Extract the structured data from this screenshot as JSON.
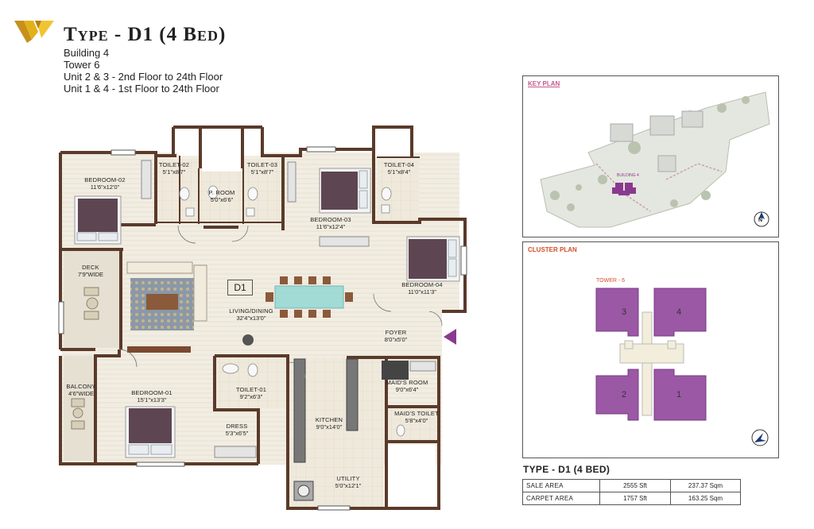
{
  "header": {
    "title": "Type - D1 (4 Bed)",
    "lines": [
      "Building 4",
      "Tower 6",
      "Unit 2 & 3 - 2nd Floor to 24th Floor",
      "Unit 1 & 4 - 1st Floor to 24th Floor"
    ]
  },
  "floor_plan": {
    "unit_tag": "D1",
    "rooms": [
      {
        "id": "bedroom-02",
        "name": "BEDROOM-02",
        "size": "11'6\"x12'0\""
      },
      {
        "id": "toilet-02",
        "name": "TOILET-02",
        "size": "5'1\"x8'7\""
      },
      {
        "id": "p-room",
        "name": "P. ROOM",
        "size": "5'0\"x6'6\""
      },
      {
        "id": "toilet-03",
        "name": "TOILET-03",
        "size": "5'1\"x8'7\""
      },
      {
        "id": "bedroom-03",
        "name": "BEDROOM-03",
        "size": "11'6\"x12'4\""
      },
      {
        "id": "toilet-04",
        "name": "TOILET-04",
        "size": "5'1\"x8'4\""
      },
      {
        "id": "bedroom-04",
        "name": "BEDROOM-04",
        "size": "11'0\"x11'3\""
      },
      {
        "id": "deck",
        "name": "DECK",
        "size": "7'9\"WIDE"
      },
      {
        "id": "living-dining",
        "name": "LIVING/DINING",
        "size": "32'4\"x13'0\""
      },
      {
        "id": "foyer",
        "name": "FOYER",
        "size": "8'0\"x5'0\""
      },
      {
        "id": "balcony",
        "name": "BALCONY",
        "size": "4'6\"WIDE"
      },
      {
        "id": "bedroom-01",
        "name": "BEDROOM-01",
        "size": "15'1\"x13'3\""
      },
      {
        "id": "toilet-01",
        "name": "TOILET-01",
        "size": "9'2\"x6'3\""
      },
      {
        "id": "dress",
        "name": "DRESS",
        "size": "5'3\"x6'5\""
      },
      {
        "id": "kitchen",
        "name": "KITCHEN",
        "size": "9'0\"x14'0\""
      },
      {
        "id": "maids-room",
        "name": "MAID'S ROOM",
        "size": "9'0\"x6'4\""
      },
      {
        "id": "maids-toilet",
        "name": "MAID'S TOILET",
        "size": "5'8\"x4'0\""
      },
      {
        "id": "utility",
        "name": "UTILITY",
        "size": "5'0\"x12'1\""
      }
    ]
  },
  "key_plan": {
    "title": "KEY PLAN",
    "building_label": "BUILDING 4",
    "compass": "N"
  },
  "cluster_plan": {
    "title": "CLUSTER PLAN",
    "tower_label": "TOWER - 6",
    "units": [
      "3",
      "4",
      "2",
      "1"
    ]
  },
  "summary": {
    "title": "TYPE - D1 (4 BED)",
    "rows": [
      {
        "label": "SALE AREA",
        "sft": "2555 Sft",
        "sqm": "237.37 Sqm"
      },
      {
        "label": "CARPET AREA",
        "sft": "1757 Sft",
        "sqm": "163.25 Sqm"
      }
    ]
  },
  "colors": {
    "accent": "#d2502a",
    "logo": "#e3b11b",
    "cluster_fill": "#9b58a5",
    "floor": "#ede8dc",
    "wall": "#5a3a2a"
  }
}
